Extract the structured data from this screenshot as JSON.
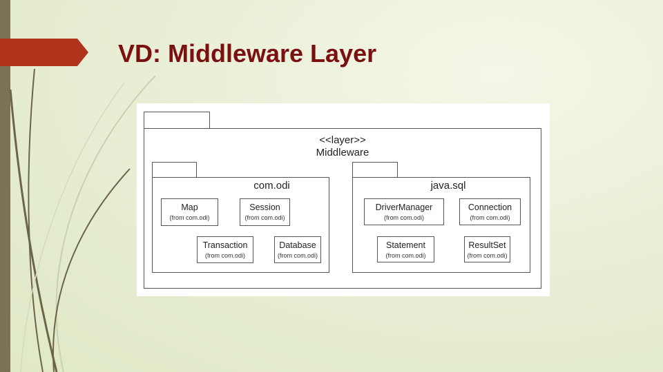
{
  "slide": {
    "title": "VD: Middleware Layer"
  },
  "diagram": {
    "outer_package": {
      "stereotype": "<<layer>>",
      "name": "Middleware"
    },
    "packages": [
      {
        "name": "com.odi",
        "classes": [
          {
            "name": "Map",
            "from": "(from com.odi)"
          },
          {
            "name": "Session",
            "from": "(from com.odi)"
          },
          {
            "name": "Transaction",
            "from": "(from com.odi)"
          },
          {
            "name": "Database",
            "from": "(from com.odi)"
          }
        ]
      },
      {
        "name": "java.sql",
        "classes": [
          {
            "name": "DriverManager",
            "from": "(from com.odi)"
          },
          {
            "name": "Connection",
            "from": "(from com.odi)"
          },
          {
            "name": "Statement",
            "from": "(from com.odi)"
          },
          {
            "name": "ResultSet",
            "from": "(from com.odi)"
          }
        ]
      }
    ]
  },
  "colors": {
    "title": "#7a1010",
    "accent_tab": "#b0341b",
    "side_bar": "#7a7257"
  }
}
